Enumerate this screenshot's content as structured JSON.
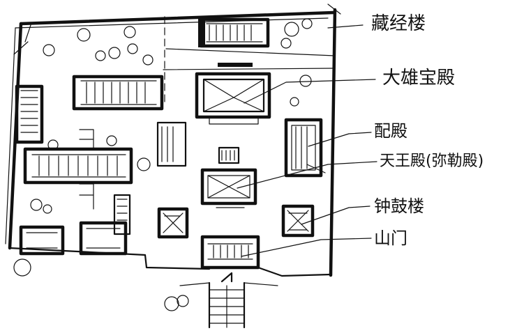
{
  "labels": {
    "cangjing": "藏经楼",
    "daxiong": "大雄宝殿",
    "peidian": "配殿",
    "tianwang": "天王殿(弥勒殿)",
    "zhonggu": "钟鼓楼",
    "shanmen": "山门"
  }
}
